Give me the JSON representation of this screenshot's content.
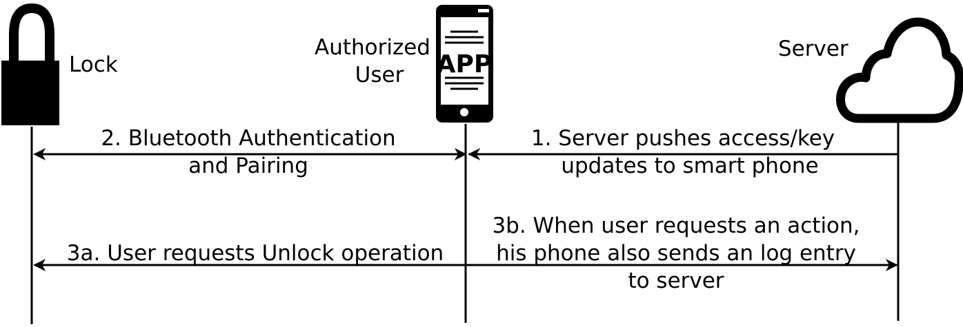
{
  "actors": {
    "lock": {
      "label": "Lock",
      "icon": "padlock-icon"
    },
    "user": {
      "label_line1": "Authorized",
      "label_line2": "User",
      "icon": "smartphone-icon",
      "app_text": "APP"
    },
    "server": {
      "label": "Server",
      "icon": "cloud-icon"
    }
  },
  "messages": {
    "m1": {
      "line1": "1. Server pushes access/key",
      "line2": "updates to smart phone"
    },
    "m2": {
      "line1": "2. Bluetooth Authentication",
      "line2": "and Pairing"
    },
    "m3a": {
      "line1": "3a. User requests Unlock operation"
    },
    "m3b": {
      "line1": "3b. When user requests an action,",
      "line2": "his phone also sends an log entry",
      "line3": "to server"
    }
  },
  "colors": {
    "ink": "#000000",
    "background": "#ffffff"
  }
}
